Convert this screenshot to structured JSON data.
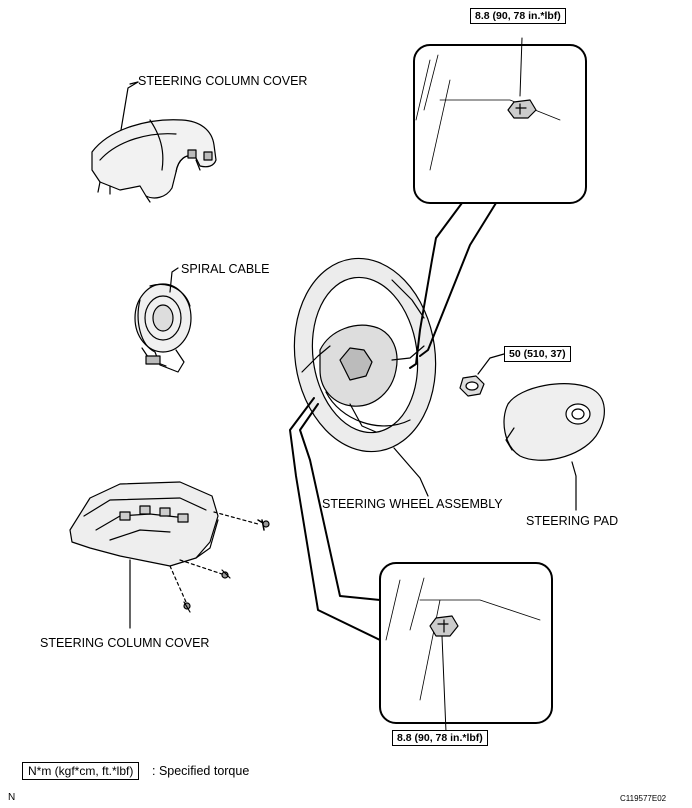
{
  "labels": {
    "column_cover_upper": "STEERING COLUMN COVER",
    "spiral_cable": "SPIRAL CABLE",
    "steering_wheel_assembly": "STEERING WHEEL ASSEMBLY",
    "steering_pad": "STEERING PAD",
    "column_cover_lower": "STEERING COLUMN COVER"
  },
  "torques": {
    "top_detail": "8.8 (90, 78 in.*lbf)",
    "pad_nut": "50 (510, 37)",
    "bottom_detail": "8.8 (90, 78 in.*lbf)"
  },
  "legend": {
    "box_text": "N*m (kgf*cm, ft.*lbf)",
    "description": ": Specified torque"
  },
  "corner_left": "N",
  "figure_code": "C119577E02"
}
